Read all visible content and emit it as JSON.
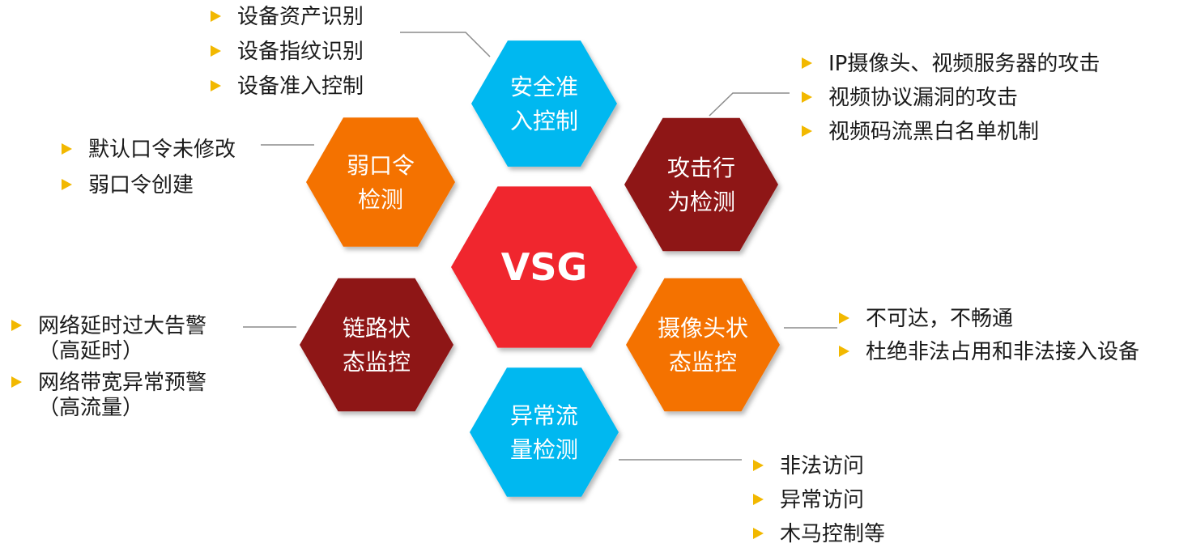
{
  "center": {
    "label": "VSG",
    "color": "#f0262e"
  },
  "hexagons": [
    {
      "id": "access",
      "lines": [
        "安全准",
        "入控制"
      ],
      "color": "#00b8f0"
    },
    {
      "id": "weakpwd",
      "lines": [
        "弱口令",
        "检测"
      ],
      "color": "#f47205"
    },
    {
      "id": "attack",
      "lines": [
        "攻击行",
        "为检测"
      ],
      "color": "#8e1318"
    },
    {
      "id": "link",
      "lines": [
        "链路状",
        "态监控"
      ],
      "color": "#8e1318"
    },
    {
      "id": "camera",
      "lines": [
        "摄像头状",
        "态监控"
      ],
      "color": "#f47205"
    },
    {
      "id": "traffic",
      "lines": [
        "异常流",
        "量检测"
      ],
      "color": "#00b8f0"
    }
  ],
  "bullet_groups": [
    {
      "for": "access",
      "items": [
        [
          "设备资产识别"
        ],
        [
          "设备指纹识别"
        ],
        [
          "设备准入控制"
        ]
      ]
    },
    {
      "for": "attack",
      "items": [
        [
          "IP摄像头、视频服务器的攻击"
        ],
        [
          "视频协议漏洞的攻击"
        ],
        [
          "视频码流黑白名单机制"
        ]
      ]
    },
    {
      "for": "weakpwd",
      "items": [
        [
          "默认口令未修改"
        ],
        [
          "弱口令创建"
        ]
      ]
    },
    {
      "for": "link",
      "items": [
        [
          "网络延时过大告警",
          "（高延时）"
        ],
        [
          "网络带宽异常预警",
          "（高流量）"
        ]
      ]
    },
    {
      "for": "camera",
      "items": [
        [
          "不可达，不畅通"
        ],
        [
          "杜绝非法占用和非法接入设备"
        ]
      ]
    },
    {
      "for": "traffic",
      "items": [
        [
          "非法访问"
        ],
        [
          "异常访问"
        ],
        [
          "木马控制等"
        ]
      ]
    }
  ],
  "bullet_color": "#f2b800"
}
